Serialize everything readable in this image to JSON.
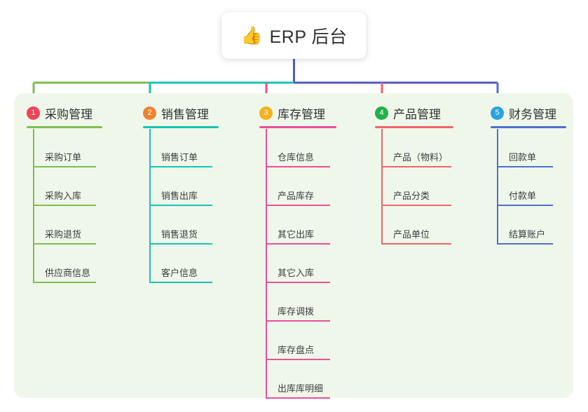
{
  "root": {
    "icon": "thumbs-up-icon",
    "icon_glyph": "👍",
    "title": "ERP 后台"
  },
  "diagram": {
    "background_color": "#eff7ea",
    "canvas_color": "#ffffff",
    "root_stem_color": "#4f59c4",
    "bus_left_color": "#14b8a6",
    "bus_right_color": "#4f59c4"
  },
  "columns": [
    {
      "number": "1",
      "title": "采购管理",
      "badge_color": "#f0435a",
      "accent_color": "#7cbf4e",
      "connector_color": "#7cbf4e",
      "head_rule_width": 108,
      "item_rule_width": 90,
      "items": [
        {
          "label": "采购订单"
        },
        {
          "label": "采购入库"
        },
        {
          "label": "采购退货"
        },
        {
          "label": "供应商信息"
        }
      ]
    },
    {
      "number": "2",
      "title": "销售管理",
      "badge_color": "#f08330",
      "accent_color": "#16c4b4",
      "connector_color": "#16c4b4",
      "head_rule_width": 108,
      "item_rule_width": 90,
      "items": [
        {
          "label": "销售订单"
        },
        {
          "label": "销售出库"
        },
        {
          "label": "销售退货"
        },
        {
          "label": "客户信息"
        }
      ]
    },
    {
      "number": "3",
      "title": "库存管理",
      "badge_color": "#f5b11e",
      "accent_color": "#ec4e9c",
      "connector_color": "#ec4e9c",
      "head_rule_width": 110,
      "item_rule_width": 92,
      "items": [
        {
          "label": "仓库信息"
        },
        {
          "label": "产品库存"
        },
        {
          "label": "其它出库"
        },
        {
          "label": "其它入库"
        },
        {
          "label": "库存调拨"
        },
        {
          "label": "库存盘点"
        },
        {
          "label": "出库库明细"
        }
      ]
    },
    {
      "number": "4",
      "title": "产品管理",
      "badge_color": "#22b04b",
      "accent_color": "#f4636a",
      "connector_color": "#f4636a",
      "head_rule_width": 112,
      "item_rule_width": 100,
      "items": [
        {
          "label": "产品（物料）"
        },
        {
          "label": "产品分类"
        },
        {
          "label": "产品单位"
        }
      ]
    },
    {
      "number": "5",
      "title": "财务管理",
      "badge_color": "#29a3e0",
      "accent_color": "#4f6fd0",
      "connector_color": "#4f6fd0",
      "head_rule_width": 108,
      "item_rule_width": 80,
      "items": [
        {
          "label": "回款单"
        },
        {
          "label": "付款单"
        },
        {
          "label": "结算账户"
        }
      ]
    }
  ]
}
